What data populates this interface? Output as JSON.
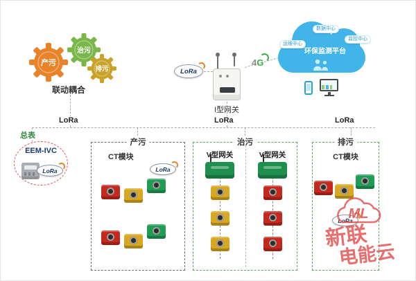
{
  "labels": {
    "lora": "LoRa",
    "g4": "4G"
  },
  "gears": {
    "items": [
      {
        "label": "产污"
      },
      {
        "label": "治污"
      },
      {
        "label": "排污"
      }
    ],
    "caption": "联动耦合"
  },
  "gateway": {
    "label": "I型网关"
  },
  "cloud": {
    "title": "环保监测平台",
    "nodes": [
      "数据中心",
      "运维中心",
      "监控中心"
    ]
  },
  "meter": {
    "caption": "总表",
    "model": "EEM-IVC"
  },
  "zones": {
    "chanwu": {
      "title": "产污",
      "module_label": "CT模块",
      "rows": {
        "r1": [
          "red",
          "yellow",
          "green"
        ],
        "r2": [
          "red",
          "yellow",
          "green"
        ]
      }
    },
    "zhiwu": {
      "title": "治污",
      "left": {
        "gateway_label": "V型网关",
        "modules": [
          "yellow",
          "yellow",
          "yellow"
        ]
      },
      "right": {
        "gateway_label": "V型网关",
        "modules": [
          "red",
          "red",
          "red"
        ]
      }
    },
    "paiwu": {
      "title": "排污",
      "module_label": "CT模块",
      "row": [
        "red",
        "yellow",
        "green"
      ]
    }
  },
  "watermark": {
    "logo": "ML",
    "text_line1": "新联",
    "text_line2": "电能云"
  },
  "colors": {
    "cloud_blue": "#41b4e9",
    "gear_orange": "#e8832a",
    "gear_green": "#7ab648",
    "gear_gold": "#c9a227",
    "module_red": "#c5281c",
    "module_yellow": "#d9a820",
    "module_green": "#1f9d55",
    "zone_border_green": "#5aa95f",
    "meter_circle_red": "#e05555",
    "watermark_red": "#e24a4a"
  }
}
